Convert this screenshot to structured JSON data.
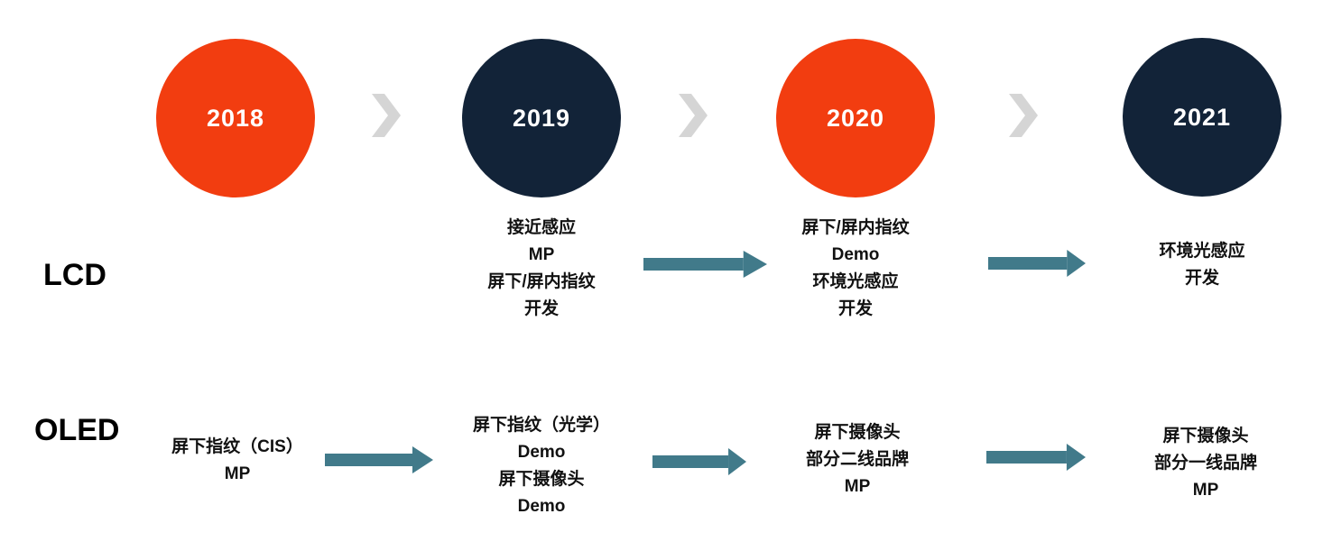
{
  "colors": {
    "circle_orange": "#F23D10",
    "circle_navy": "#122338",
    "arrow_teal": "#417A8A",
    "chevron_gray": "#D5D5D5",
    "year_text": "#FFFFFF",
    "body_text": "#111111"
  },
  "timeline": {
    "years": [
      {
        "label": "2018",
        "color": "orange"
      },
      {
        "label": "2019",
        "color": "navy"
      },
      {
        "label": "2020",
        "color": "orange"
      },
      {
        "label": "2021",
        "color": "navy"
      }
    ]
  },
  "rows": {
    "lcd": {
      "label": "LCD",
      "y2019": {
        "lines": [
          "接近感应",
          "MP",
          "屏下/屏内指纹",
          "开发"
        ]
      },
      "y2020": {
        "lines": [
          "屏下/屏内指纹",
          "Demo",
          "环境光感应",
          "开发"
        ]
      },
      "y2021": {
        "lines": [
          "环境光感应",
          "开发"
        ]
      }
    },
    "oled": {
      "label": "OLED",
      "y2018": {
        "lines": [
          "屏下指纹（CIS）",
          "MP"
        ]
      },
      "y2019": {
        "lines": [
          "屏下指纹（光学）",
          "Demo",
          "屏下摄像头",
          "Demo"
        ]
      },
      "y2020": {
        "lines": [
          "屏下摄像头",
          "部分二线品牌",
          "MP"
        ]
      },
      "y2021": {
        "lines": [
          "屏下摄像头",
          "部分一线品牌",
          "MP"
        ]
      }
    }
  }
}
